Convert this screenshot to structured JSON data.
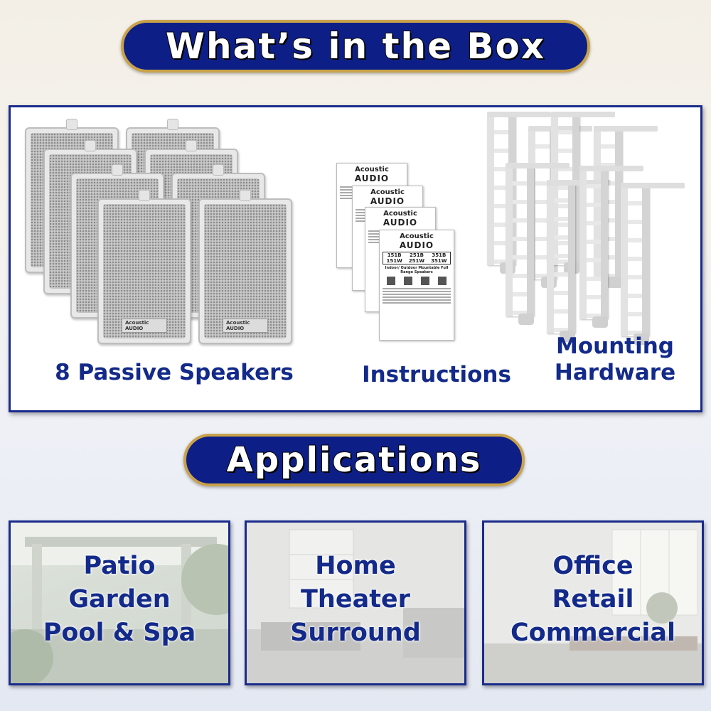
{
  "header": {
    "title": "What’s in the Box"
  },
  "box_contents": {
    "speakers_label": "8 Passive Speakers",
    "instructions_label": "Instructions",
    "mounting_label_line1": "Mounting",
    "mounting_label_line2": "Hardware",
    "speaker_badge": "Acoustic AUDIO",
    "instruction_card": {
      "brand_line1": "Acoustic",
      "brand_line2": "AUDIO",
      "models": [
        "151B",
        "251B",
        "351B",
        "151W",
        "251W",
        "351W"
      ],
      "subtitle": "Indoor/ Outdoor Mountable Full Range Speakers"
    }
  },
  "applications": {
    "title": "Applications",
    "cards": [
      {
        "line1": "Patio",
        "line2": "Garden",
        "line3": "Pool & Spa"
      },
      {
        "line1": "Home",
        "line2": "Theater",
        "line3": "Surround"
      },
      {
        "line1": "Office",
        "line2": "Retail",
        "line3": "Commercial"
      }
    ]
  },
  "colors": {
    "accent_navy": "#0d1f86",
    "label_blue": "#132a8a",
    "pill_border_gold": "#c9a24a"
  }
}
